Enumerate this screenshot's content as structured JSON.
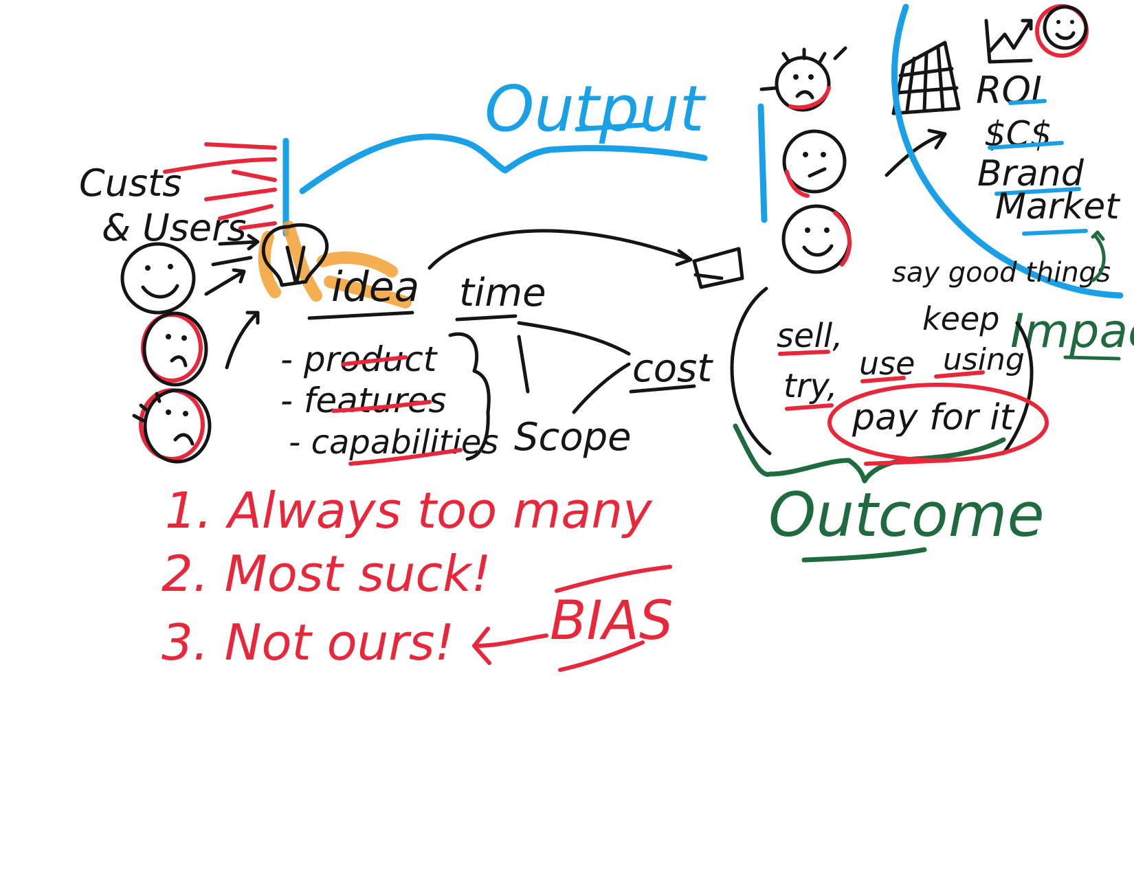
{
  "labels": {
    "output": "Output",
    "custs_users_line1": "Custs",
    "custs_users_line2": "& Users",
    "idea": "idea",
    "time": "time",
    "cost": "cost",
    "scope": "Scope",
    "items": [
      "- product",
      "- features",
      "- capabilities"
    ],
    "list_red": [
      "1. Always too many",
      "2. Most suck!",
      "3. Not ours!"
    ],
    "bias": "BIAS",
    "roi": "ROI",
    "money": "$C$",
    "brand": "Brand",
    "market": "Market",
    "say_good_things": "say good things",
    "impact": "Impact",
    "outcome": "Outcome",
    "sell": "sell,",
    "try": "try,",
    "use": "use",
    "keep_using_line1": "keep",
    "keep_using_line2": "using",
    "pay_for_it": "pay for it"
  },
  "colors": {
    "black": "#151515",
    "blue": "#1aa0e6",
    "red": "#e8283a",
    "green": "#1f6b3f",
    "orange": "#f5a034"
  }
}
